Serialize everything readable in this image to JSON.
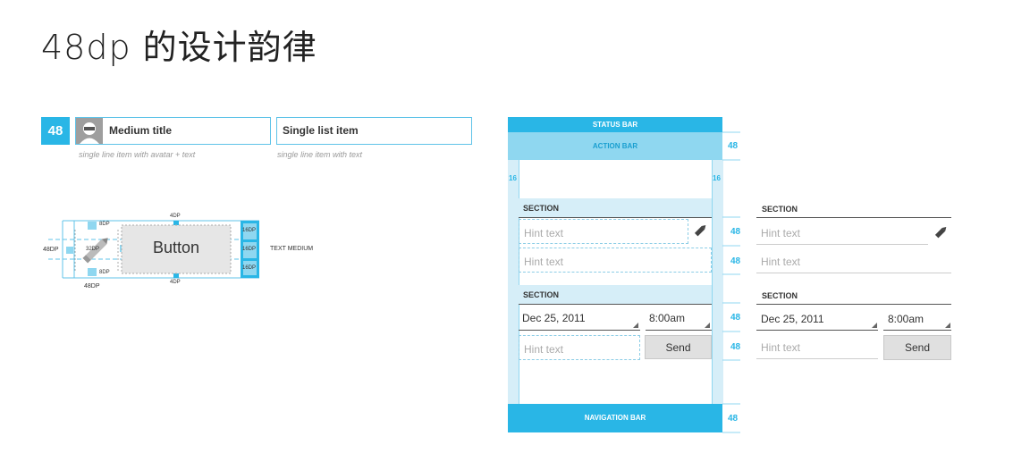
{
  "title": "48dp 的设计韵律",
  "left": {
    "num_badge": "48",
    "avatar_item": {
      "title": "Medium title",
      "caption": "single line item with avatar + text"
    },
    "single_item": {
      "title": "Single list item",
      "caption": "single line item with text"
    },
    "button_diagram": {
      "button_label": "Button",
      "top": "4DP",
      "bottom": "4DP",
      "left": "48DP",
      "bottom_left": "48DP",
      "icon_top": "8DP",
      "icon_bottom": "8DP",
      "icon_size": "32DP",
      "right_top": "16DP",
      "right_mid": "16DP",
      "right_bottom": "16DP",
      "text_style": "TEXT MEDIUM"
    }
  },
  "phone": {
    "status_bar": "STATUS BAR",
    "action_bar": "ACTION BAR",
    "navigation_bar": "NAVIGATION BAR",
    "margin_left": "16",
    "margin_right": "16",
    "section1": "SECTION",
    "section2": "SECTION",
    "hint1": "Hint text",
    "hint2": "Hint text",
    "date": "Dec 25, 2011",
    "time": "8:00am",
    "hint3": "Hint text",
    "send": "Send"
  },
  "side_labels": {
    "action": "48",
    "row1": "48",
    "row2": "48",
    "row3": "48",
    "row4": "48",
    "nav": "48"
  },
  "right": {
    "section1": "SECTION",
    "hint1": "Hint text",
    "hint2": "Hint text",
    "section2": "SECTION",
    "date": "Dec 25, 2011",
    "time": "8:00am",
    "hint3": "Hint text",
    "send": "Send"
  },
  "colors": {
    "accent": "#29b6e6",
    "light_accent": "#d6eef8",
    "mid_accent": "#8fd7f0"
  },
  "icons": [
    "avatar-icon",
    "pencil-icon"
  ]
}
